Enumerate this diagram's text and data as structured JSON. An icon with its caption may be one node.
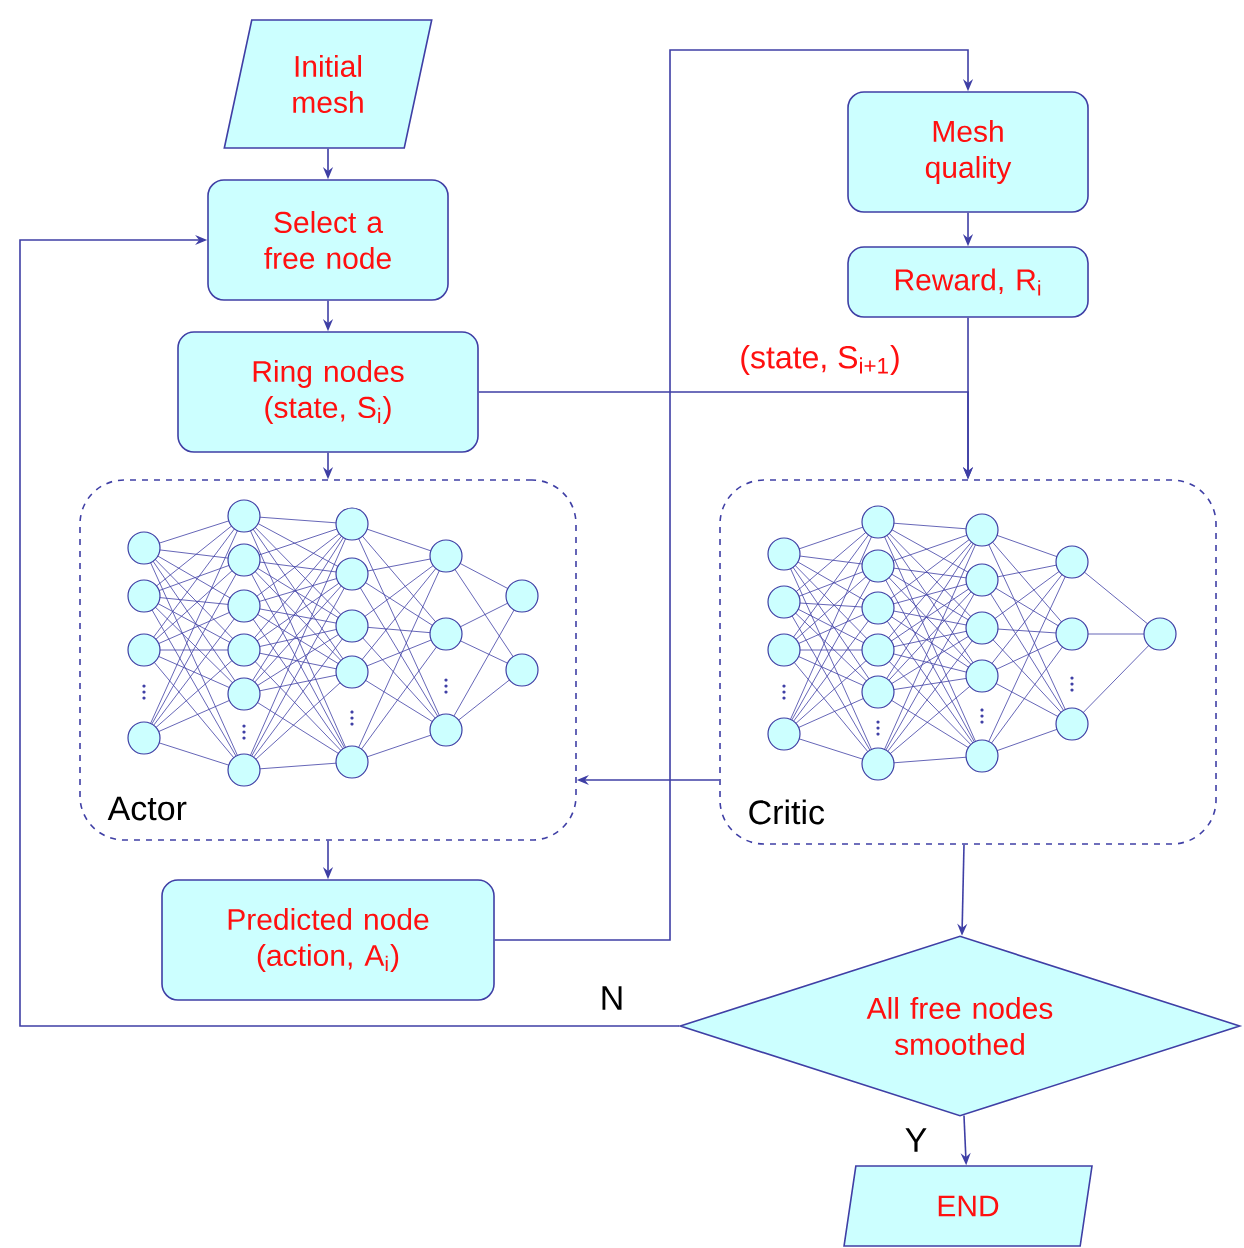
{
  "diagram": {
    "nodes": [
      {
        "text": [
          "Initial mesh"
        ]
      },
      {
        "text": [
          "Select a free node"
        ]
      },
      {
        "text": [
          "Ring nodes (state, S$_{i}$)"
        ]
      },
      {
        "text": [
          "Actor"
        ]
      },
      {
        "text": [
          "Critic"
        ]
      },
      {
        "text": [
          "Predicted node (action, A$_{i}$)"
        ]
      },
      {
        "text": [
          "Mesh quality"
        ]
      },
      {
        "text": [
          "Reward, R$_{i}$"
        ]
      },
      {
        "text": [
          "All free nodes smoothed"
        ]
      },
      {
        "text": [
          "END"
        ]
      }
    ],
    "edges": [
      {
        "from": 0,
        "to": 1,
        "arrow": "to"
      },
      {
        "from": 1,
        "to": 2,
        "arrow": "to"
      },
      {
        "from": 2,
        "to": 3,
        "arrow": "to"
      },
      {
        "from": 3,
        "to": 5,
        "arrow": "to"
      },
      {
        "from": 5,
        "to": 6,
        "arrow": "to"
      },
      {
        "from": 6,
        "to": 7,
        "arrow": "to"
      },
      {
        "from": 7,
        "to": 4,
        "arrow": "to"
      },
      {
        "from": 2,
        "to": 4,
        "arrow": "to",
        "label": "(state, S$_{i+1}$)"
      },
      {
        "from": 4,
        "to": 3,
        "arrow": "to"
      },
      {
        "from": 4,
        "to": 8,
        "arrow": "to"
      },
      {
        "from": 8,
        "to": 1,
        "arrow": "to",
        "label": "N"
      },
      {
        "from": 8,
        "to": 9,
        "arrow": "to",
        "label": "Y"
      }
    ]
  }
}
